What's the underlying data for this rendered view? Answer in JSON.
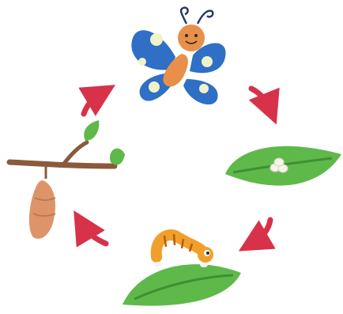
{
  "diagram": {
    "kind": "cycle",
    "direction": "clockwise",
    "stages": [
      {
        "id": "adult",
        "icon": "butterfly-icon"
      },
      {
        "id": "eggs",
        "icon": "egg-leaf-icon"
      },
      {
        "id": "larva",
        "icon": "caterpillar-leaf-icon"
      },
      {
        "id": "pupa",
        "icon": "chrysalis-branch-icon"
      }
    ],
    "arrow_count": 4
  },
  "colors": {
    "arrow": "#d8314a",
    "butterfly_wing": "#2f6fc6",
    "butterfly_spot": "#f2f2c8",
    "butterfly_body": "#e8904a",
    "leaf": "#5fb94a",
    "leaf_dark": "#3f8f34",
    "caterpillar": "#f0a02a",
    "chrysalis": "#dc9468",
    "branch": "#8a5a3c"
  }
}
